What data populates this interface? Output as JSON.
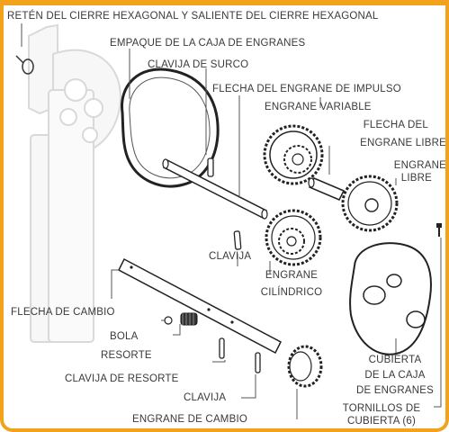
{
  "accent_color": "#f2a31b",
  "labels": {
    "hex_retainer": "RETÉN DEL CIERRE HEXAGONAL Y SALIENTE DEL CIERRE HEXAGONAL",
    "gearbox_gasket": "EMPAQUE DE LA CAJA DE ENGRANES",
    "groove_pin": "CLAVIJA DE SURCO",
    "drive_gear_shaft": "FLECHA DEL ENGRANE DE IMPULSO",
    "variable_gear": "ENGRANE VARIABLE",
    "idler_shaft_1": "FLECHA DEL",
    "idler_shaft_2": "ENGRANE LIBRE",
    "idler_gear_1": "ENGRANE",
    "idler_gear_2": "LIBRE",
    "pin_mid": "CLAVIJA",
    "spur_gear_1": "ENGRANE",
    "spur_gear_2": "CILÍNDRICO",
    "shift_shaft": "FLECHA DE CAMBIO",
    "ball": "BOLA",
    "spring": "RESORTE",
    "spring_pin": "CLAVIJA DE RESORTE",
    "pin_low": "CLAVIJA",
    "shift_gear": "ENGRANE DE CAMBIO",
    "cover_1": "CUBIERTA",
    "cover_2": "DE LA CAJA",
    "cover_3": "DE ENGRANES",
    "cover_screws_1": "TORNILLOS DE",
    "cover_screws_2": "CUBIERTA (6)"
  }
}
